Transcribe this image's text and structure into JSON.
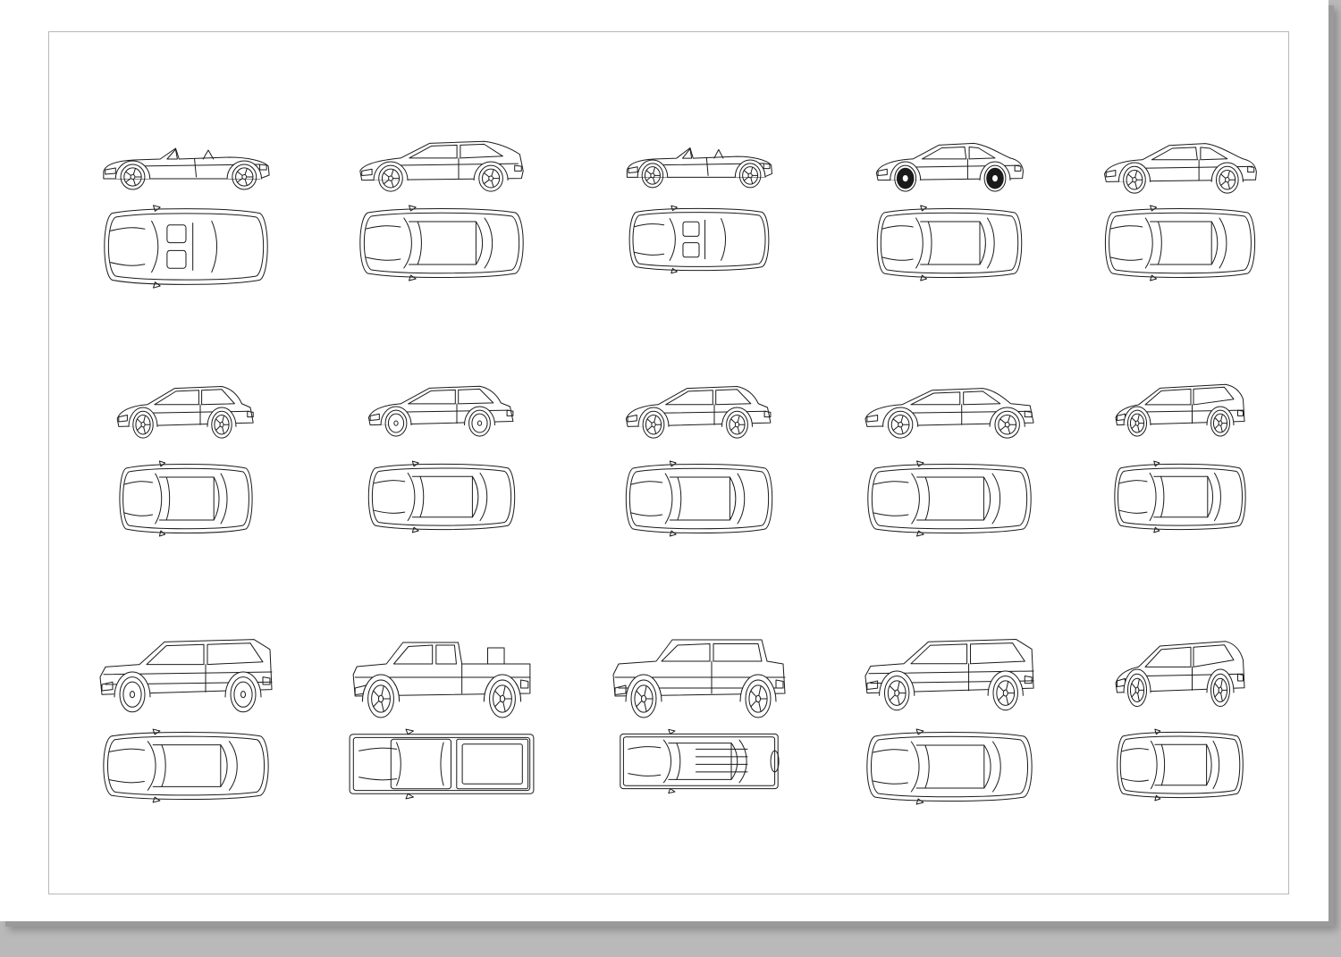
{
  "colors": {
    "background": "#b9b9b9",
    "sheet": "#ffffff",
    "frame": "#b8b8b8",
    "line": "#1a1a1a"
  },
  "vehicles": [
    {
      "kind": "roadster",
      "roof": "open",
      "wheels": "spoked"
    },
    {
      "kind": "wagon",
      "roof": "closed",
      "wheels": "spoked"
    },
    {
      "kind": "roadster",
      "roof": "open",
      "wheels": "spoked"
    },
    {
      "kind": "coupe",
      "roof": "closed",
      "wheels": "solid"
    },
    {
      "kind": "coupe",
      "roof": "closed",
      "wheels": "spoked"
    },
    {
      "kind": "hatchback",
      "roof": "closed",
      "wheels": "spoked"
    },
    {
      "kind": "hatchback",
      "roof": "closed",
      "wheels": "plain"
    },
    {
      "kind": "hatchback",
      "roof": "closed",
      "wheels": "spoked"
    },
    {
      "kind": "sedan",
      "roof": "closed",
      "wheels": "spoked"
    },
    {
      "kind": "minivan",
      "roof": "closed",
      "wheels": "spoked"
    },
    {
      "kind": "suv",
      "roof": "closed",
      "wheels": "plain"
    },
    {
      "kind": "pickup",
      "roof": "closed",
      "wheels": "spoked"
    },
    {
      "kind": "offroad",
      "roof": "closed",
      "wheels": "spoked"
    },
    {
      "kind": "suv",
      "roof": "closed",
      "wheels": "spoked"
    },
    {
      "kind": "minivan",
      "roof": "closed",
      "wheels": "spoked"
    }
  ]
}
